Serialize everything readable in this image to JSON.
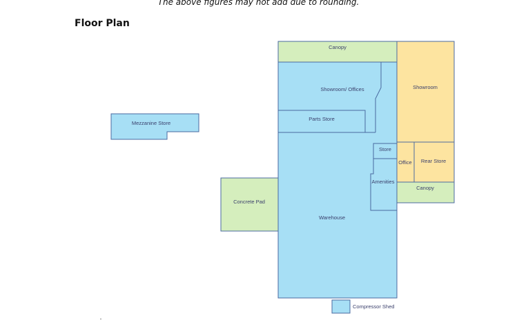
{
  "note": "The above figures may not add due to rounding.",
  "heading": "Floor Plan",
  "colors": {
    "blue": "#a7dff5",
    "green": "#d5eebd",
    "yellow": "#fde4a0",
    "outline": "#4a6aa0"
  },
  "rooms": {
    "canopy_top": "Canopy",
    "showroom_offices": "Showroom/ Offices",
    "showroom": "Showroom",
    "parts_store": "Parts Store",
    "store": "Store",
    "office": "Office",
    "rear_store": "Rear Store",
    "amenities": "Amenities",
    "canopy_right": "Canopy",
    "mezzanine_store": "Mezzanine Store",
    "concrete_pad": "Concrete Pad",
    "warehouse": "Warehouse",
    "compressor_shed": "Compressor Shed"
  }
}
